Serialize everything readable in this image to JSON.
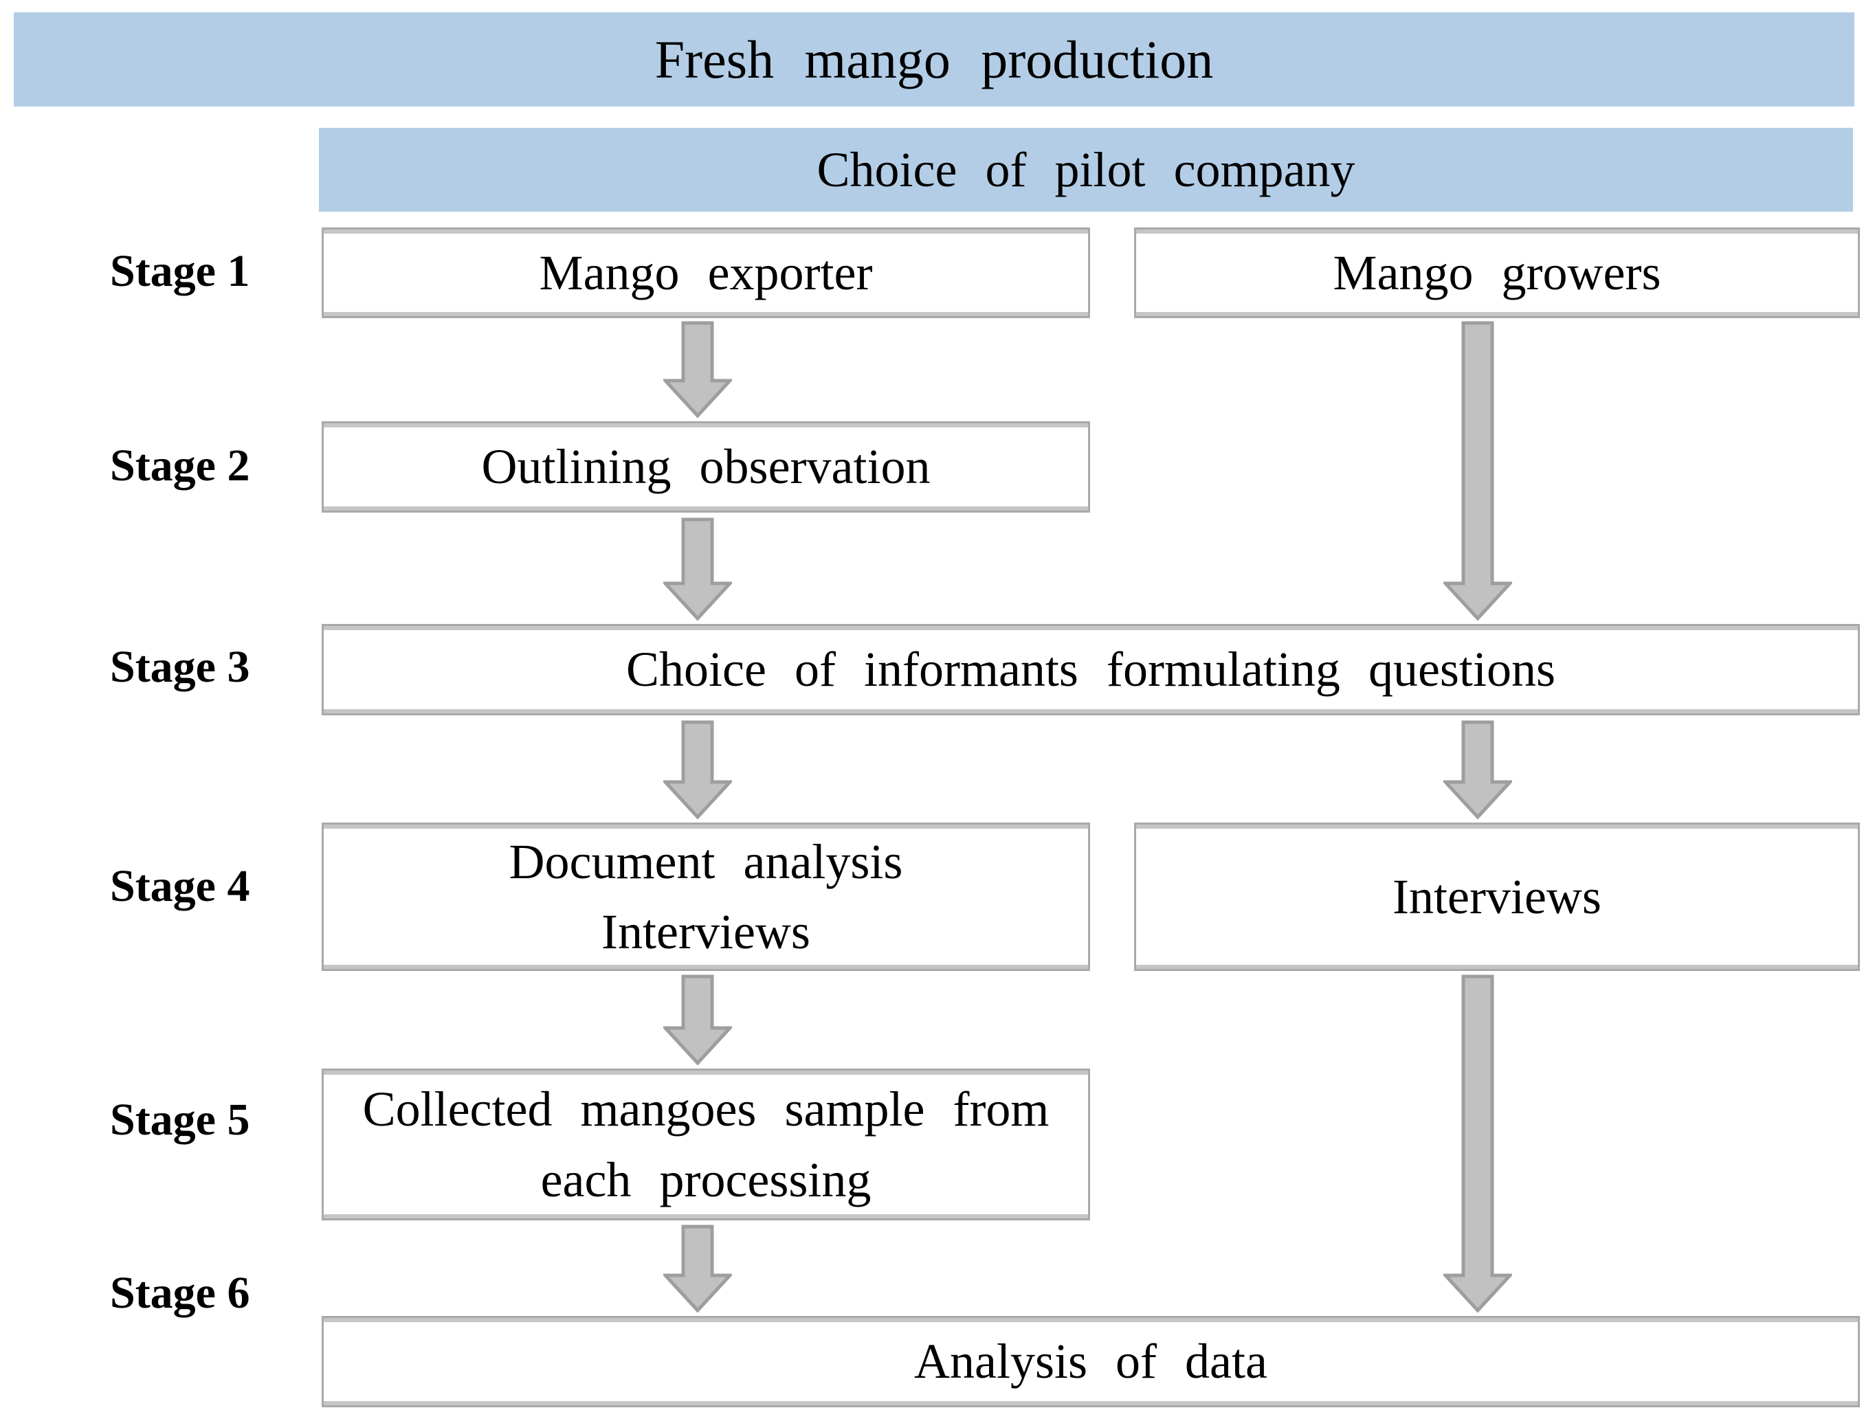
{
  "figure": {
    "title": "Fresh mango production",
    "subtitle": "Choice of pilot company"
  },
  "stage_labels": [
    "Stage 1",
    "Stage 2",
    "Stage 3",
    "Stage 4",
    "Stage 5",
    "Stage 6"
  ],
  "boxes": {
    "mango_exporter": "Mango exporter",
    "mango_growers": "Mango growers",
    "outlining_observation": "Outlining observation",
    "choice_of_informants": "Choice of informants formulating questions",
    "document_analysis": {
      "line1": "Document analysis",
      "line2": "Interviews"
    },
    "interviews": "Interviews",
    "collected_sample": {
      "line1": "Collected mangoes sample from",
      "line2": "each processing"
    },
    "analysis_of_data": "Analysis of data"
  },
  "colors": {
    "banner_blue": "#b3cde6",
    "box_border": "#a9a9a9",
    "box_band": "#c6c6c6",
    "arrow_fill": "#c1c1c1",
    "arrow_stroke": "#9e9e9e",
    "text": "#000000",
    "background": "#ffffff"
  }
}
